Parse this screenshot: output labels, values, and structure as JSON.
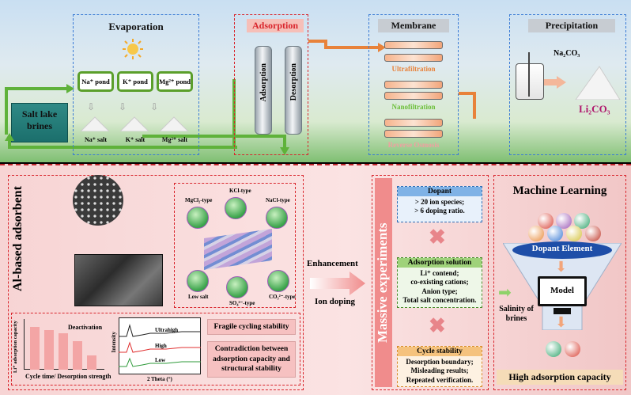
{
  "top": {
    "evaporation": {
      "title": "Evaporation",
      "ponds": [
        "Na⁺ pond",
        "K⁺ pond",
        "Mg²⁺ pond"
      ],
      "salts": [
        "Na⁺ salt",
        "K⁺ salt",
        "Mg²⁺ salt"
      ]
    },
    "salt_lake": "Salt lake brines",
    "adsorption": {
      "title": "Adsorption",
      "columns": [
        "Adsorption",
        "Desorption"
      ]
    },
    "membrane": {
      "title": "Membrane",
      "stages": [
        "Ultrafiltration",
        "Nanofiltration",
        "Reverse Osmosis"
      ]
    },
    "precipitation": {
      "title": "Precipitation",
      "reagent": "Na₂CO₃",
      "product": "Li₂CO₃"
    }
  },
  "bottom": {
    "al_adsorbent": {
      "title": "Al-based adsorbent",
      "crystal_types": [
        "MgCl₂-type",
        "KCl-type",
        "NaCl-type",
        "Low salt",
        "SO₄²⁻-type",
        "CO₃²⁻-type"
      ],
      "chart_ylabel": "Li⁺ adsorption capacity",
      "chart_xlabel": "Cycle time/ Desorption strength",
      "chart_annotation": "Deactivation",
      "xrd_labels": [
        "Ultrahigh",
        "High",
        "Low"
      ],
      "xrd_xlabel": "2 Theta (°)",
      "xrd_ylabel": "Intensity",
      "issues": [
        "Fragile cycling stability",
        "Contradiction between adsorption capacity and structural stability"
      ]
    },
    "arrow": {
      "top": "Enhancement",
      "bottom": "Ion doping"
    },
    "experiments": {
      "title": "Massive experiments",
      "dopant": {
        "header": "Dopant",
        "lines": [
          "> 20 ion species;",
          "> 6 doping ratio."
        ]
      },
      "adsorption_solution": {
        "header": "Adsorption solution",
        "lines": [
          "Li⁺ contend;",
          "co-existing cations;",
          "Anion type;",
          "Total salt concentration."
        ]
      },
      "cycle_stability": {
        "header": "Cycle stability",
        "lines": [
          "Desorption boundary;",
          "Misleading results;",
          "Repeated verification."
        ]
      }
    },
    "ml": {
      "title": "Machine Learning",
      "dopant_element": "Dopant Element",
      "model": "Model",
      "salinity": "Salinity of brines",
      "result": "High adsorption capacity"
    }
  },
  "colors": {
    "accent_red": "#d9252c",
    "accent_blue": "#3a7bd5",
    "pond_green": "#5b9f2b",
    "arrow_orange": "#e8823a"
  }
}
